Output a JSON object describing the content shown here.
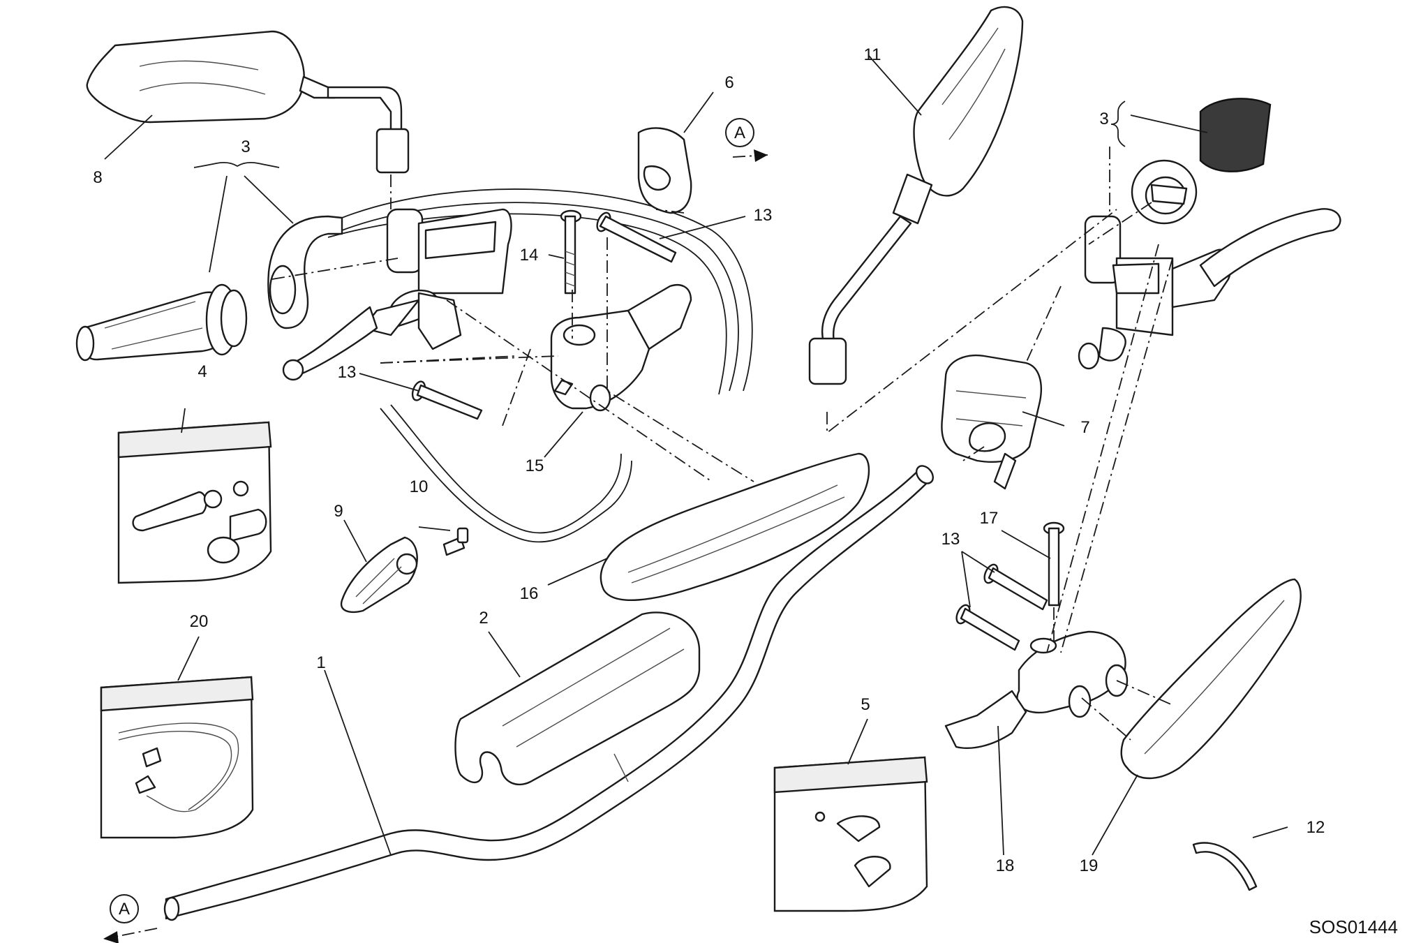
{
  "labels": {
    "p1": "1",
    "p2": "2",
    "p3a": "3",
    "p3b": "3",
    "p4": "4",
    "p5": "5",
    "p6": "6",
    "p7": "7",
    "p8": "8",
    "p9": "9",
    "p10": "10",
    "p11": "11",
    "p12": "12",
    "p13a": "13",
    "p13b": "13",
    "p13c": "13",
    "p14": "14",
    "p15": "15",
    "p16": "16",
    "p17": "17",
    "p18": "18",
    "p19": "19",
    "p20": "20"
  },
  "markers": {
    "a_top": "A",
    "a_bottom": "A"
  },
  "drawing_code": "SOS01444"
}
